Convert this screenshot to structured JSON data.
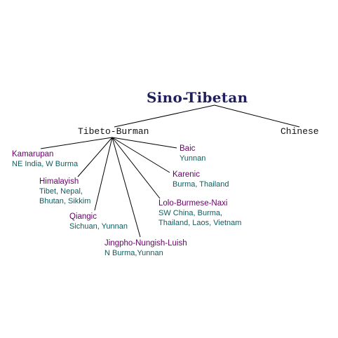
{
  "tree": {
    "root": "Sino-Tibetan",
    "branches": {
      "tibeto_burman": "Tibeto-Burman",
      "chinese": "Chinese"
    },
    "subgroups": [
      {
        "name": "Kamarupan",
        "locations": [
          "NE India, W Burma"
        ]
      },
      {
        "name": "Himalayish",
        "locations": [
          "Tibet, Nepal,",
          "Bhutan, Sikkim"
        ]
      },
      {
        "name": "Qiangic",
        "locations": [
          "Sichuan, Yunnan"
        ]
      },
      {
        "name": "Jingpho-Nungish-Luish",
        "locations": [
          "N Burma,Yunnan"
        ]
      },
      {
        "name": "Lolo-Burmese-Naxi",
        "locations": [
          "SW China, Burma,",
          "Thailand, Laos, Vietnam"
        ]
      },
      {
        "name": "Karenic",
        "locations": [
          "Burma, Thailand"
        ]
      },
      {
        "name": "Baic",
        "locations": [
          "Yunnan"
        ]
      }
    ]
  },
  "colors": {
    "root": "#1f1f5e",
    "subgroup_name": "#660066",
    "location": "#0f5c5c",
    "line": "#000000"
  }
}
